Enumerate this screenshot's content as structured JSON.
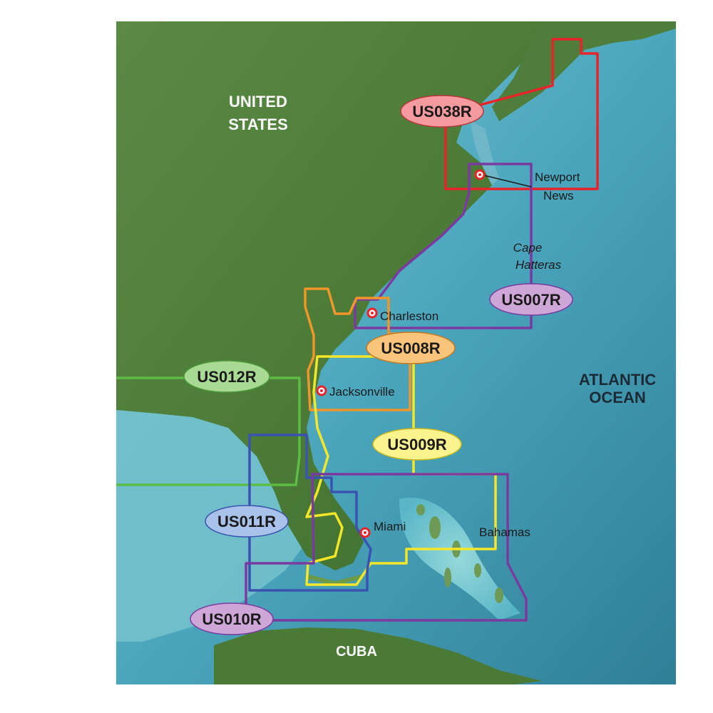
{
  "map": {
    "regions": {
      "united_states": [
        "UNITED",
        "STATES"
      ],
      "atlantic_ocean": [
        "ATLANTIC",
        "OCEAN"
      ],
      "cuba": "CUBA"
    },
    "places": {
      "newport_news": [
        "Newport",
        "News"
      ],
      "cape_hatteras": [
        "Cape",
        "Hatteras"
      ],
      "charleston": "Charleston",
      "jacksonville": "Jacksonville",
      "miami": "Miami",
      "bahamas": "Bahamas"
    },
    "chart_regions": [
      {
        "code": "US038R",
        "color": "#e8242a",
        "badge_fill": "#f59a9f"
      },
      {
        "code": "US007R",
        "color": "#7a3aa0",
        "badge_fill": "#cfa6d8"
      },
      {
        "code": "US008R",
        "color": "#f0962a",
        "badge_fill": "#fbc47b"
      },
      {
        "code": "US012R",
        "color": "#5dbb46",
        "badge_fill": "#a9da93"
      },
      {
        "code": "US009R",
        "color": "#f5e62a",
        "badge_fill": "#fbf38d"
      },
      {
        "code": "US011R",
        "color": "#3a52b0",
        "badge_fill": "#a8c2ea"
      },
      {
        "code": "US010R",
        "color": "#7a3aa0",
        "badge_fill": "#cfa6d8"
      }
    ],
    "city_marker_color": "#e8242a",
    "land_color": "#4f7e3c",
    "ocean_color": "#4aa7bf"
  }
}
